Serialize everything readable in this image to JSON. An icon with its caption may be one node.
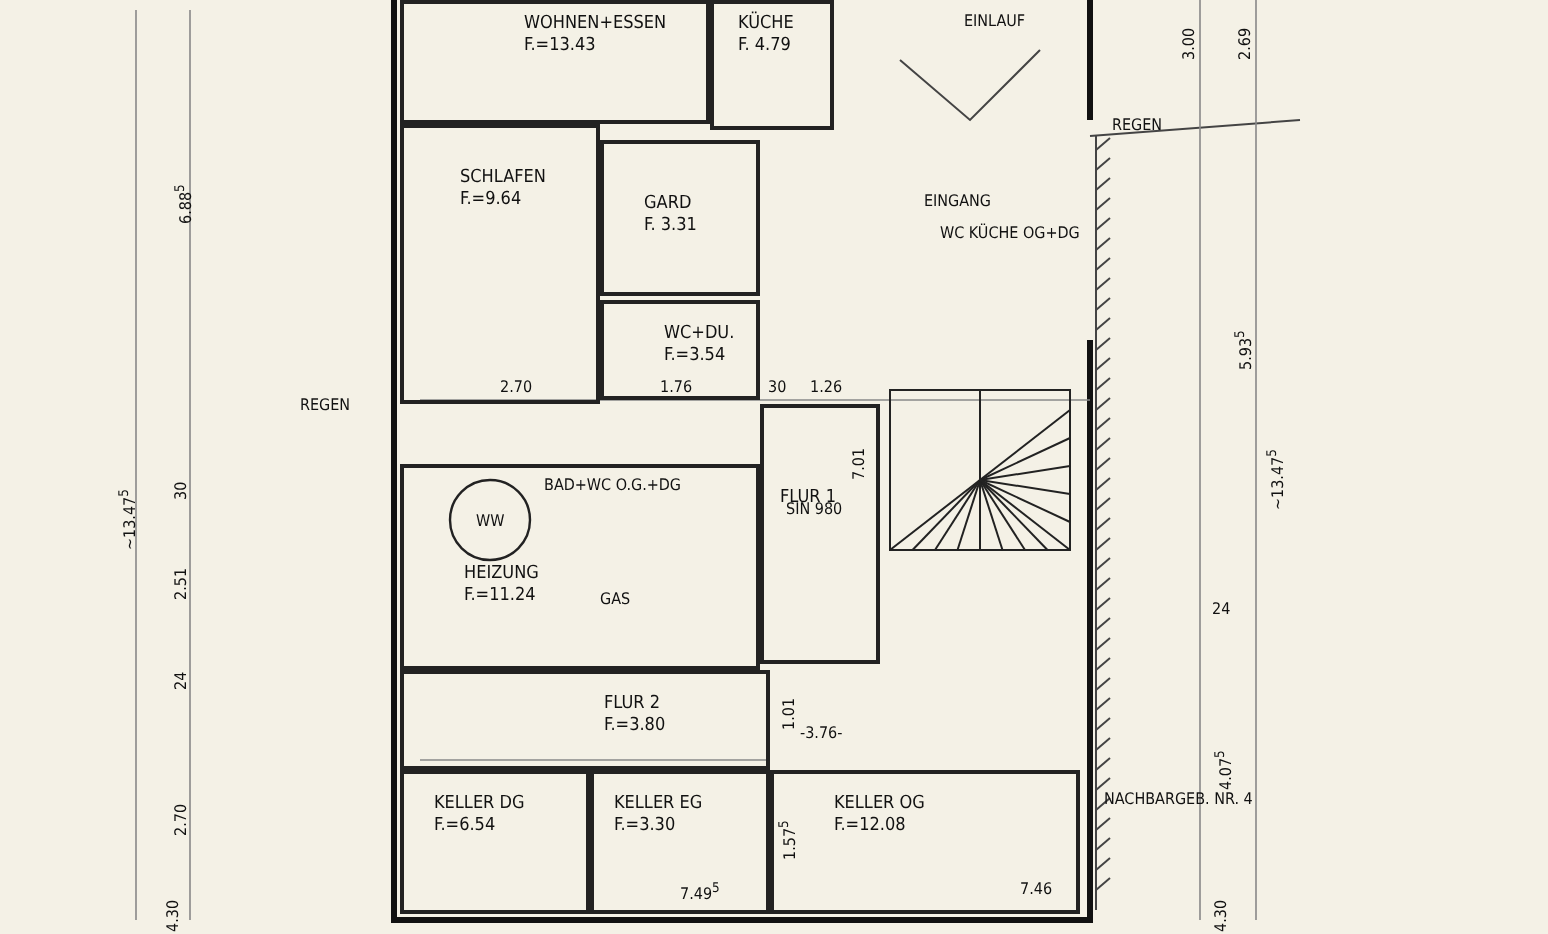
{
  "diagram": {
    "nodes": [
      {
        "text": [
          "WOHNEN+ESSEN",
          "F.=13.43"
        ]
      },
      {
        "text": [
          "KÜCHE",
          "F. 4.79"
        ]
      },
      {
        "text": [
          "SCHLAFEN",
          "F.=9.64"
        ]
      },
      {
        "text": [
          "GARD",
          "F. 3.31"
        ]
      },
      {
        "text": [
          "WC+DU.",
          "F.=3.54"
        ]
      },
      {
        "text": [
          "HEIZUNG",
          "F.=11.24"
        ]
      },
      {
        "text": [
          "FLUR 1"
        ]
      },
      {
        "text": [
          "FLUR 2",
          "F.=3.80"
        ]
      },
      {
        "text": [
          "KELLER DG",
          "F.=6.54"
        ]
      },
      {
        "text": [
          "KELLER EG",
          "F.=3.30"
        ]
      },
      {
        "text": [
          "KELLER OG",
          "F.=12.08"
        ]
      }
    ],
    "labels": [
      "EINLAUF",
      "3.00",
      "2.69",
      "REGEN",
      "EINGANG",
      "WC KÜCHE OG+DG",
      "6.88$^{5}$",
      "5.93$^{5}$",
      "REGEN",
      "2.70",
      "1.76",
      "30",
      "1.26",
      "7.01",
      "~13.47$^{5}$",
      "~13.47$^{5}$",
      "30",
      "BAD+WC O.G.+DG",
      "WW",
      "SIN 980",
      "GAS",
      "2.51",
      "24",
      "24",
      "1.01",
      "-3.76-",
      "4.07$^{5}$",
      "NACHBARGEB. NR. 4",
      "2.70",
      "1.57$^{5}$",
      "7.49$^{5}$",
      "7.46",
      "4.30",
      "4.30"
    ]
  }
}
